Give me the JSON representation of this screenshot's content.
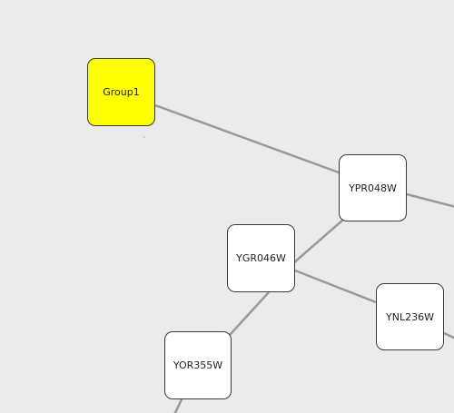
{
  "network": {
    "nodes": [
      {
        "id": "group1",
        "label": "Group1",
        "kind": "group",
        "fill": "#ffff00"
      },
      {
        "id": "ypr048w",
        "label": "YPR048W",
        "kind": "gene",
        "fill": "#ffffff"
      },
      {
        "id": "ygr046w",
        "label": "YGR046W",
        "kind": "gene",
        "fill": "#ffffff"
      },
      {
        "id": "ynl236w",
        "label": "YNL236W",
        "kind": "gene",
        "fill": "#ffffff"
      },
      {
        "id": "yor355w",
        "label": "YOR355W",
        "kind": "gene",
        "fill": "#ffffff"
      }
    ],
    "edges": [
      {
        "from": "group1",
        "to": "ypr048w"
      },
      {
        "from": "ypr048w",
        "to": "ygr046w"
      },
      {
        "from": "ygr046w",
        "to": "ynl236w"
      },
      {
        "from": "ygr046w",
        "to": "yor355w"
      },
      {
        "from": "ypr048w",
        "to": "offscreen-right"
      },
      {
        "from": "ynl236w",
        "to": "offscreen-right"
      },
      {
        "from": "yor355w",
        "to": "offscreen-bottom"
      }
    ],
    "colors": {
      "background": "#ebebeb",
      "edge": "#999999",
      "node_border": "#3a3a3a",
      "group_fill": "#ffff00",
      "node_fill": "#ffffff"
    }
  }
}
